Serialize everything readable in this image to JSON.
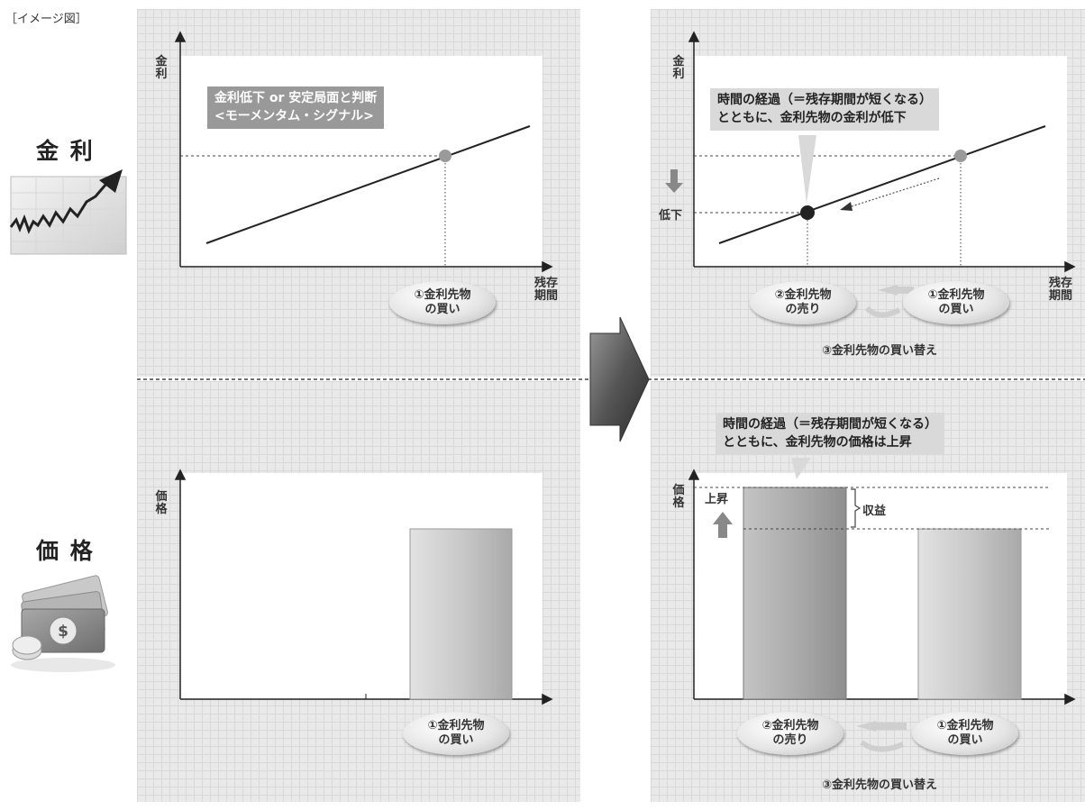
{
  "header": {
    "tag": "［イメージ図］"
  },
  "rows": {
    "interest": "金 利",
    "price": "価 格"
  },
  "axes": {
    "interest_y": "金利",
    "price_y": "価格",
    "x": "残存期間"
  },
  "left_top": {
    "callout_line1": "金利低下 or 安定局面と判断",
    "callout_line2": "<モーメンタム・シグナル>",
    "oval_line1": "①金利先物",
    "oval_line2": "の買い"
  },
  "right_top": {
    "callout_line1": "時間の経過（＝残存期間が短くなる）",
    "callout_line2": "とともに、金利先物の金利が低下",
    "drop_label": "低下",
    "sell_line1": "②金利先物",
    "sell_line2": "の売り",
    "buy_line1": "①金利先物",
    "buy_line2": "の買い",
    "caption": "③金利先物の買い替え"
  },
  "left_bottom": {
    "oval_line1": "①金利先物",
    "oval_line2": "の買い"
  },
  "right_bottom": {
    "callout_line1": "時間の経過（＝残存期間が短くなる）",
    "callout_line2": "とともに、金利先物の価格は上昇",
    "rise_label": "上昇",
    "profit_label": "収益",
    "sell_line1": "②金利先物",
    "sell_line2": "の売り",
    "buy_line1": "①金利先物",
    "buy_line2": "の買い",
    "caption": "③金利先物の買い替え"
  },
  "colors": {
    "panel": "#e9e9e9",
    "callout_dark": "#999999",
    "line": "#333333",
    "bar": "#c8c8c8"
  }
}
